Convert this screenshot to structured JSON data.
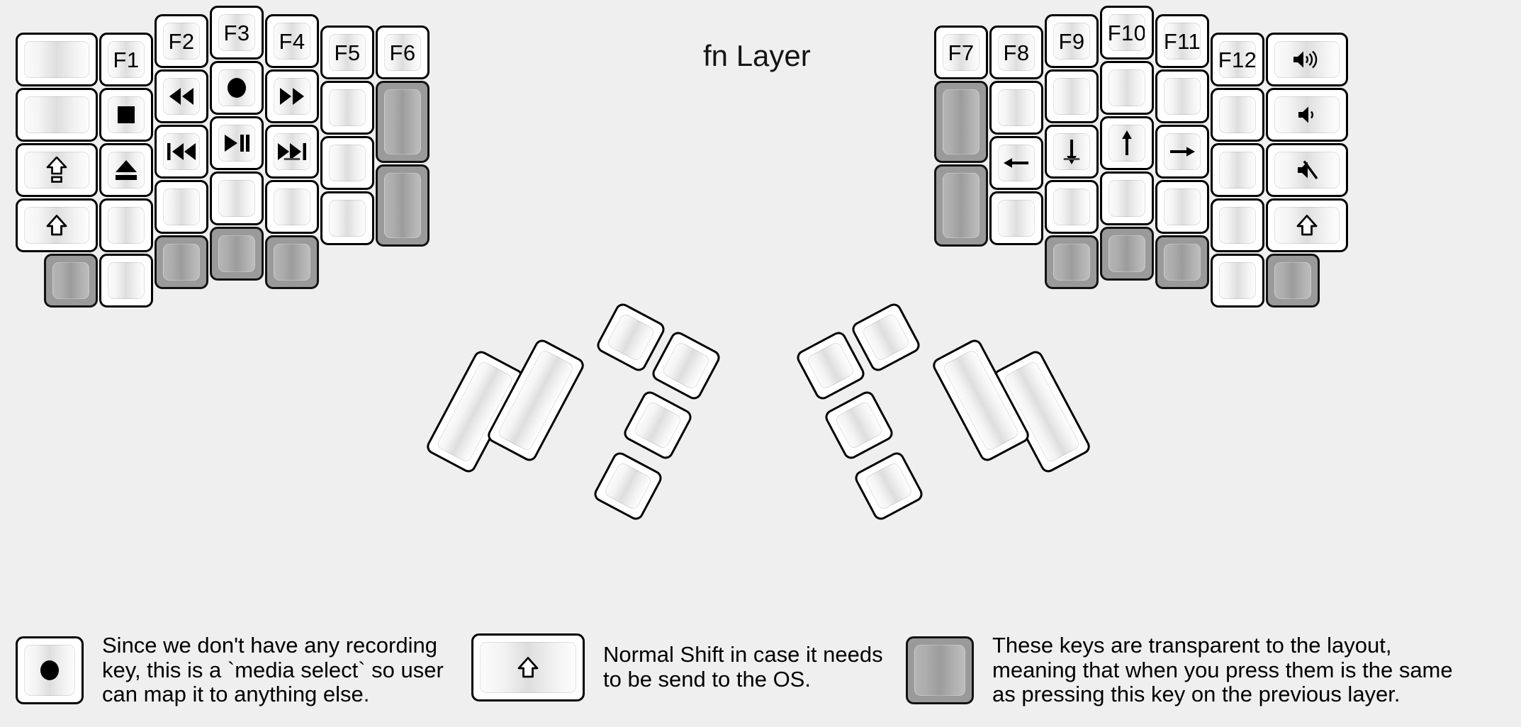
{
  "title": "fn Layer",
  "colors": {
    "background": "#efefef",
    "key_fill": "#ffffff",
    "key_border": "#000000",
    "transparent_key": "#9a9a9a",
    "legend_text": "#000000"
  },
  "icons": {
    "rewind": "rewind-icon",
    "fast_forward": "fast-forward-icon",
    "prev_track": "previous-track-icon",
    "next_track": "next-track-icon",
    "play_pause": "play-pause-icon",
    "record": "record-icon",
    "stop": "stop-icon",
    "eject": "eject-icon",
    "caps_lock": "caps-lock-icon",
    "shift": "shift-icon",
    "arrow_left": "arrow-left-icon",
    "arrow_down": "arrow-down-icon",
    "arrow_up": "arrow-up-icon",
    "arrow_right": "arrow-right-icon",
    "volume_up": "volume-up-icon",
    "volume_down": "volume-down-icon",
    "volume_mute": "volume-mute-icon"
  },
  "left_half": {
    "columns": [
      {
        "name": "col-outer-left",
        "keys": [
          {
            "label": "",
            "icon": null,
            "state": "normal"
          },
          {
            "label": "",
            "icon": null,
            "state": "normal"
          },
          {
            "label": "",
            "icon": "caps-lock-icon",
            "state": "normal"
          },
          {
            "label": "",
            "icon": "shift-icon",
            "state": "normal"
          },
          {
            "label": "",
            "icon": null,
            "state": "transparent"
          }
        ]
      },
      {
        "name": "col-pinky",
        "keys": [
          {
            "label": "F1",
            "icon": null,
            "state": "normal"
          },
          {
            "label": "",
            "icon": "stop-icon",
            "state": "normal"
          },
          {
            "label": "",
            "icon": "eject-icon",
            "state": "normal"
          },
          {
            "label": "",
            "icon": null,
            "state": "normal"
          },
          {
            "label": "",
            "icon": null,
            "state": "normal"
          }
        ]
      },
      {
        "name": "col-ring",
        "keys": [
          {
            "label": "F2",
            "icon": null,
            "state": "normal"
          },
          {
            "label": "",
            "icon": "rewind-icon",
            "state": "normal"
          },
          {
            "label": "",
            "icon": "previous-track-icon",
            "state": "normal"
          },
          {
            "label": "",
            "icon": null,
            "state": "normal"
          },
          {
            "label": "",
            "icon": null,
            "state": "transparent"
          }
        ]
      },
      {
        "name": "col-middle",
        "keys": [
          {
            "label": "F3",
            "icon": null,
            "state": "normal"
          },
          {
            "label": "",
            "icon": "record-icon",
            "state": "normal"
          },
          {
            "label": "",
            "icon": "play-pause-icon",
            "state": "normal"
          },
          {
            "label": "",
            "icon": null,
            "state": "normal"
          },
          {
            "label": "",
            "icon": null,
            "state": "transparent"
          }
        ]
      },
      {
        "name": "col-index",
        "keys": [
          {
            "label": "F4",
            "icon": null,
            "state": "normal"
          },
          {
            "label": "",
            "icon": "fast-forward-icon",
            "state": "normal"
          },
          {
            "label": "",
            "icon": "next-track-icon",
            "state": "normal",
            "homing": true
          },
          {
            "label": "",
            "icon": null,
            "state": "normal"
          },
          {
            "label": "",
            "icon": null,
            "state": "transparent"
          }
        ]
      },
      {
        "name": "col-inner",
        "keys": [
          {
            "label": "F5",
            "icon": null,
            "state": "normal"
          },
          {
            "label": "",
            "icon": null,
            "state": "normal"
          },
          {
            "label": "",
            "icon": null,
            "state": "normal"
          },
          {
            "label": "",
            "icon": null,
            "state": "normal"
          }
        ]
      },
      {
        "name": "col-innermost",
        "keys": [
          {
            "label": "F6",
            "icon": null,
            "state": "normal"
          },
          {
            "label": "",
            "icon": null,
            "state": "transparent",
            "tall": true
          },
          {
            "label": "",
            "icon": null,
            "state": "transparent",
            "tall": true
          }
        ]
      }
    ],
    "thumb_cluster": [
      {
        "name": "thumb-big-outer",
        "label": "",
        "icon": null,
        "state": "normal",
        "size": "2u"
      },
      {
        "name": "thumb-big-inner",
        "label": "",
        "icon": null,
        "state": "normal",
        "size": "2u"
      },
      {
        "name": "thumb-small-top",
        "label": "",
        "icon": null,
        "state": "normal",
        "size": "1u"
      },
      {
        "name": "thumb-small-upper",
        "label": "",
        "icon": null,
        "state": "normal",
        "size": "1u"
      },
      {
        "name": "thumb-small-lower",
        "label": "",
        "icon": null,
        "state": "normal",
        "size": "1u"
      },
      {
        "name": "thumb-small-bottom",
        "label": "",
        "icon": null,
        "state": "normal",
        "size": "1u"
      }
    ]
  },
  "right_half": {
    "columns": [
      {
        "name": "col-innermost",
        "keys": [
          {
            "label": "F7",
            "icon": null,
            "state": "normal"
          },
          {
            "label": "",
            "icon": null,
            "state": "transparent",
            "tall": true
          },
          {
            "label": "",
            "icon": null,
            "state": "transparent",
            "tall": true
          }
        ]
      },
      {
        "name": "col-inner",
        "keys": [
          {
            "label": "F8",
            "icon": null,
            "state": "normal"
          },
          {
            "label": "",
            "icon": null,
            "state": "normal"
          },
          {
            "label": "",
            "icon": "arrow-left-icon",
            "state": "normal"
          },
          {
            "label": "",
            "icon": null,
            "state": "normal"
          }
        ]
      },
      {
        "name": "col-index",
        "keys": [
          {
            "label": "F9",
            "icon": null,
            "state": "normal"
          },
          {
            "label": "",
            "icon": null,
            "state": "normal"
          },
          {
            "label": "",
            "icon": "arrow-down-icon",
            "state": "normal",
            "homing": true
          },
          {
            "label": "",
            "icon": null,
            "state": "normal"
          },
          {
            "label": "",
            "icon": null,
            "state": "transparent"
          }
        ]
      },
      {
        "name": "col-middle",
        "keys": [
          {
            "label": "F10",
            "icon": null,
            "state": "normal"
          },
          {
            "label": "",
            "icon": null,
            "state": "normal"
          },
          {
            "label": "",
            "icon": "arrow-up-icon",
            "state": "normal"
          },
          {
            "label": "",
            "icon": null,
            "state": "normal"
          },
          {
            "label": "",
            "icon": null,
            "state": "transparent"
          }
        ]
      },
      {
        "name": "col-ring",
        "keys": [
          {
            "label": "F11",
            "icon": null,
            "state": "normal"
          },
          {
            "label": "",
            "icon": null,
            "state": "normal"
          },
          {
            "label": "",
            "icon": "arrow-right-icon",
            "state": "normal"
          },
          {
            "label": "",
            "icon": null,
            "state": "normal"
          },
          {
            "label": "",
            "icon": null,
            "state": "transparent"
          }
        ]
      },
      {
        "name": "col-pinky",
        "keys": [
          {
            "label": "F12",
            "icon": null,
            "state": "normal"
          },
          {
            "label": "",
            "icon": null,
            "state": "normal"
          },
          {
            "label": "",
            "icon": null,
            "state": "normal"
          },
          {
            "label": "",
            "icon": null,
            "state": "normal"
          },
          {
            "label": "",
            "icon": null,
            "state": "normal"
          }
        ]
      },
      {
        "name": "col-outer-right",
        "keys": [
          {
            "label": "",
            "icon": "volume-up-icon",
            "state": "normal"
          },
          {
            "label": "",
            "icon": "volume-down-icon",
            "state": "normal"
          },
          {
            "label": "",
            "icon": "volume-mute-icon",
            "state": "normal"
          },
          {
            "label": "",
            "icon": "shift-icon",
            "state": "normal"
          },
          {
            "label": "",
            "icon": null,
            "state": "transparent"
          }
        ]
      }
    ],
    "thumb_cluster": [
      {
        "name": "thumb-big-outer",
        "label": "",
        "icon": null,
        "state": "normal",
        "size": "2u"
      },
      {
        "name": "thumb-big-inner",
        "label": "",
        "icon": null,
        "state": "normal",
        "size": "2u"
      },
      {
        "name": "thumb-small-top",
        "label": "",
        "icon": null,
        "state": "normal",
        "size": "1u"
      },
      {
        "name": "thumb-small-upper",
        "label": "",
        "icon": null,
        "state": "normal",
        "size": "1u"
      },
      {
        "name": "thumb-small-lower",
        "label": "",
        "icon": null,
        "state": "normal",
        "size": "1u"
      },
      {
        "name": "thumb-small-bottom",
        "label": "",
        "icon": null,
        "state": "normal",
        "size": "1u"
      }
    ]
  },
  "footer": {
    "items": [
      {
        "icon": "record-icon",
        "key_state": "normal",
        "text": "Since we don't have any recording\nkey, this is a `media select` so user\ncan map it to anything else."
      },
      {
        "icon": "shift-icon",
        "key_state": "normal",
        "text": "Normal Shift in case it needs\nto be send to the OS."
      },
      {
        "icon": null,
        "key_state": "transparent",
        "text": "These keys are transparent to the layout,\nmeaning that when you press them is the same\nas pressing this key on the previous layer."
      }
    ]
  }
}
